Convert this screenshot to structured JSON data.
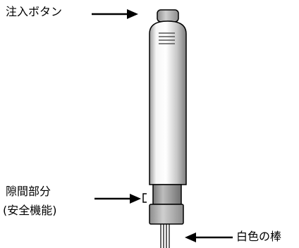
{
  "labels": {
    "injection_button": "注入ボタン",
    "gap_line1": "隙間部分",
    "gap_line2": "(安全機能)",
    "white_rod": "白色の棒"
  },
  "colors": {
    "outline": "#000000",
    "body_light": "#f4f4f4",
    "body_mid": "#c9c9c9",
    "body_dark": "#8a8a8a",
    "collar": "#8f8f8f",
    "cap": "#b3b3b3"
  }
}
